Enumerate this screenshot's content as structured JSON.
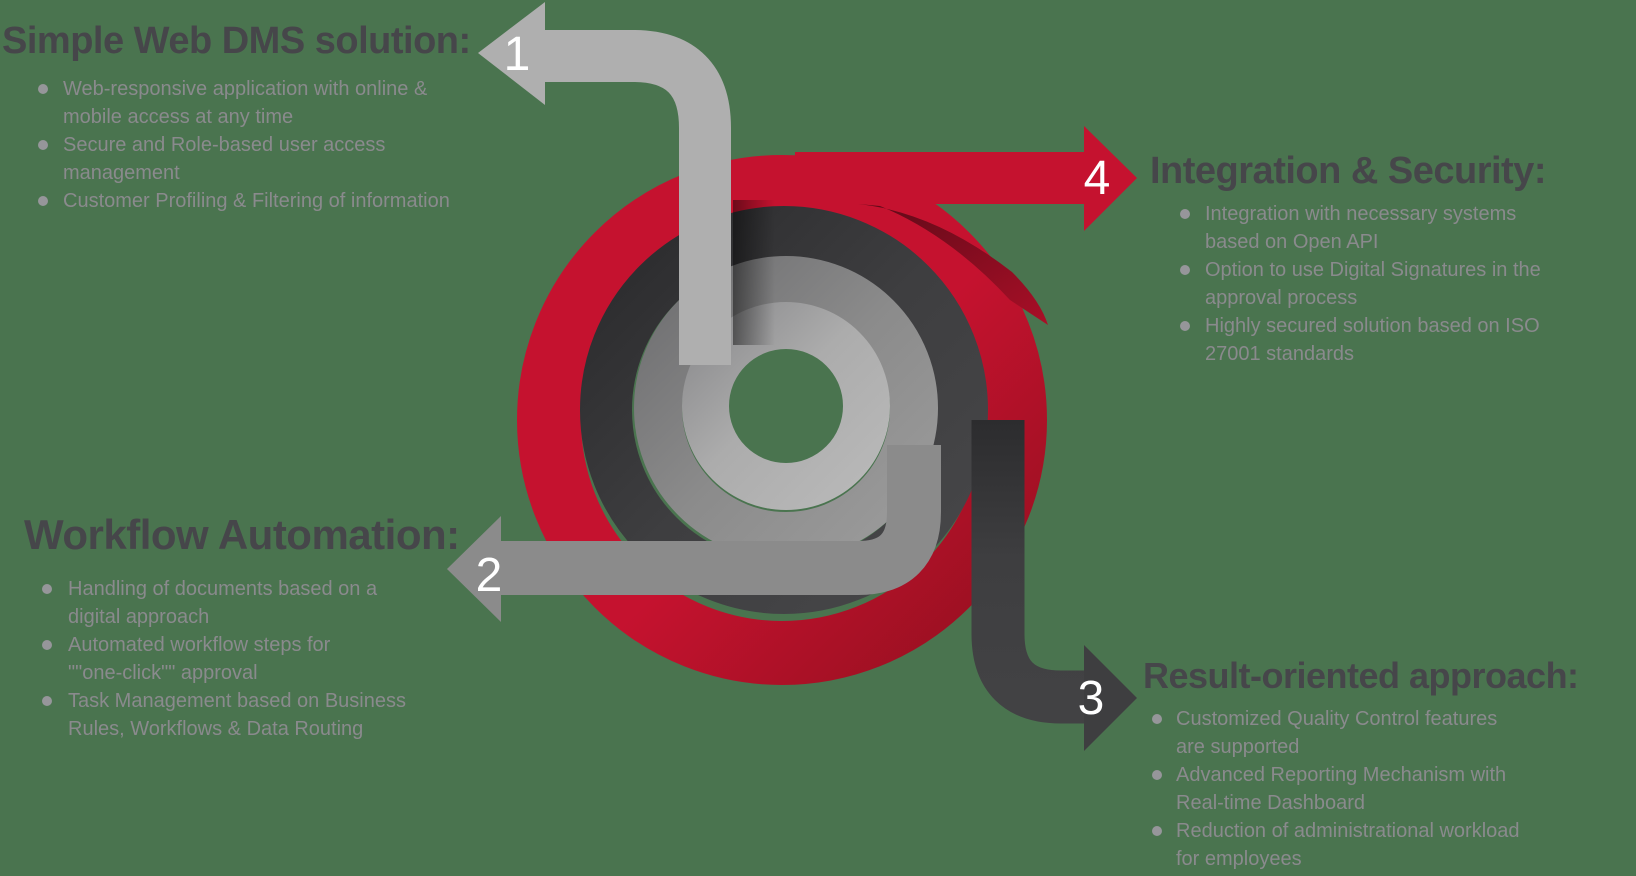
{
  "background_color": "#4A744F",
  "colors": {
    "title_text": "#46464A",
    "bullet_text": "#8A8A8D",
    "bullet_dot": "#96969A",
    "arrow1_light_gray": "#AFAFAF",
    "arrow2_medium_gray": "#8B8B8B",
    "arrow3_dark_gray": "#3E3E40",
    "arrow4_red": "#C5122F",
    "number_text": "#FFFFFF"
  },
  "graphic": {
    "type": "spiral-ribbon-infographic",
    "rings_outer_to_inner": [
      "red",
      "dark-gray",
      "medium-gray",
      "light-gray"
    ],
    "arrows": [
      {
        "number": "1",
        "color": "light-gray",
        "direction": "left",
        "position": "top-left"
      },
      {
        "number": "2",
        "color": "medium-gray",
        "direction": "left",
        "position": "middle-left"
      },
      {
        "number": "3",
        "color": "dark-gray",
        "direction": "right",
        "position": "bottom-right"
      },
      {
        "number": "4",
        "color": "red",
        "direction": "right",
        "position": "top-right"
      }
    ]
  },
  "sections": [
    {
      "number": "1",
      "title": "Simple Web DMS solution:",
      "bullets": [
        "Web-responsive application with online &\nmobile access at any time",
        "Secure and Role-based user access\nmanagement",
        "Customer Profiling & Filtering of information"
      ]
    },
    {
      "number": "2",
      "title": "Workflow Automation:",
      "bullets": [
        "Handling of documents based on a\ndigital approach",
        "Automated workflow steps for\n\"\"one-click\"\" approval",
        "Task Management based on Business\nRules, Workflows & Data Routing"
      ]
    },
    {
      "number": "3",
      "title": "Result-oriented approach:",
      "bullets": [
        "Customized Quality Control features\nare supported",
        "Advanced Reporting Mechanism with\nReal-time Dashboard",
        "Reduction of administrational workload\nfor employees"
      ]
    },
    {
      "number": "4",
      "title": "Integration & Security:",
      "bullets": [
        "Integration with necessary systems\nbased on Open API",
        "Option to use Digital Signatures in the\napproval process",
        "Highly secured solution based on ISO\n27001 standards"
      ]
    }
  ]
}
